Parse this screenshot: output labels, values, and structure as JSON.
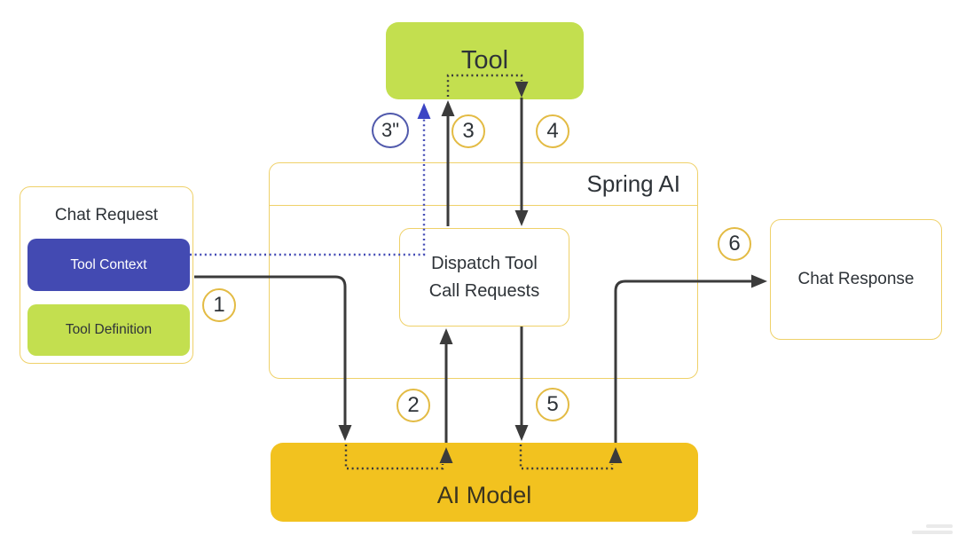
{
  "colors": {
    "lime": "#C3DF4F",
    "indigo": "#434AB2",
    "gold": "#F2C21F",
    "border-gold": "#EFD169",
    "circle-gold": "#E3BB44",
    "circle-blue": "#5059AC",
    "arrow-dark": "#3B3B3B",
    "dotted-blue": "#444CB6",
    "blue-head": "#3C45C4",
    "text-dark": "#2E3338",
    "text-on-indigo": "#FFFFFF"
  },
  "boxes": {
    "tool": "Tool",
    "chat_request_title": "Chat Request",
    "tool_context": "Tool Context",
    "tool_definition": "Tool Definition",
    "spring_ai": "Spring AI",
    "dispatch": "Dispatch Tool\nCall Requests",
    "chat_response": "Chat Response",
    "ai_model": "AI Model"
  },
  "steps": [
    {
      "label": "1"
    },
    {
      "label": "2"
    },
    {
      "label": "3\""
    },
    {
      "label": "3"
    },
    {
      "label": "4"
    },
    {
      "label": "5"
    },
    {
      "label": "6"
    }
  ],
  "edges": [
    {
      "step": "1",
      "from": "Chat Request",
      "to": "AI Model",
      "style": "solid"
    },
    {
      "step": "2",
      "from": "AI Model",
      "to": "Dispatch Tool Call Requests",
      "style": "solid"
    },
    {
      "step": "3",
      "from": "Dispatch Tool Call Requests",
      "to": "Tool",
      "style": "solid"
    },
    {
      "step": "3\"",
      "from": "Tool Context",
      "to": "Tool",
      "style": "dotted"
    },
    {
      "step": "4",
      "from": "Tool",
      "to": "Dispatch Tool Call Requests",
      "style": "solid"
    },
    {
      "step": "5",
      "from": "Dispatch Tool Call Requests",
      "to": "AI Model",
      "style": "solid"
    },
    {
      "step": "6",
      "from": "AI Model",
      "to": "Chat Response",
      "style": "solid"
    }
  ]
}
